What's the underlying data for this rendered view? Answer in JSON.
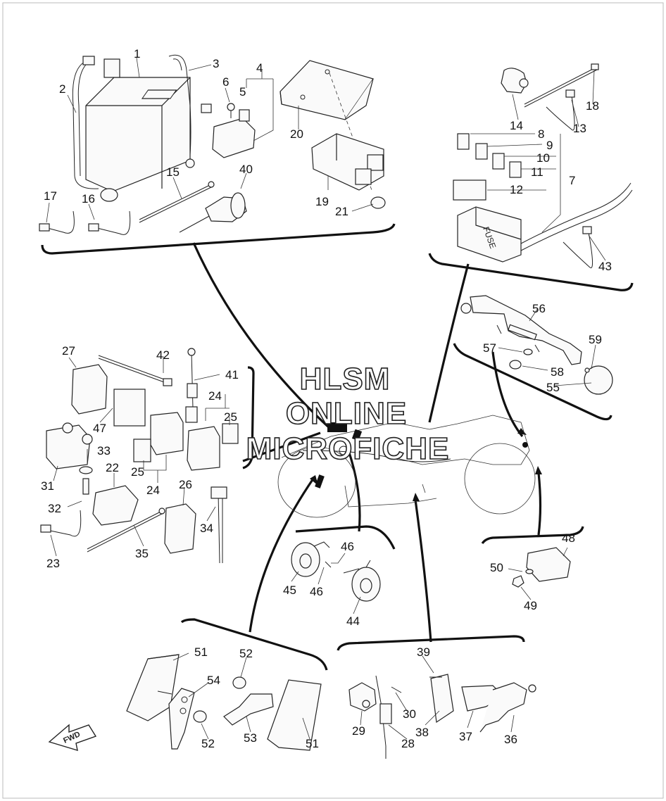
{
  "watermark": {
    "line1": "HLSM",
    "line2": "ONLINE",
    "line3": "MICROFICHE"
  },
  "fuse_box_text": "FUSE",
  "fwd_arrow_text": "FWD",
  "callouts": [
    "1",
    "2",
    "3",
    "4",
    "5",
    "6",
    "7",
    "8",
    "9",
    "10",
    "11",
    "12",
    "13",
    "14",
    "15",
    "16",
    "17",
    "18",
    "19",
    "20",
    "21",
    "22",
    "23",
    "24",
    "25",
    "26",
    "27",
    "28",
    "29",
    "30",
    "31",
    "32",
    "33",
    "34",
    "35",
    "36",
    "37",
    "38",
    "39",
    "40",
    "41",
    "42",
    "43",
    "44",
    "45",
    "46",
    "47",
    "48",
    "49",
    "50",
    "51",
    "52",
    "53",
    "54",
    "55",
    "56",
    "57",
    "58",
    "59"
  ],
  "callout_labels": {
    "c1": "1",
    "c2": "2",
    "c3": "3",
    "c4": "4",
    "c5": "5",
    "c6": "6",
    "c7": "7",
    "c8": "8",
    "c9": "9",
    "c10": "10",
    "c11": "11",
    "c12": "12",
    "c13": "13",
    "c14": "14",
    "c15": "15",
    "c16": "16",
    "c17": "17",
    "c18": "18",
    "c19": "19",
    "c20": "20",
    "c21": "21",
    "c22": "22",
    "c23": "23",
    "c24a": "24",
    "c24b": "24",
    "c25a": "25",
    "c25b": "25",
    "c26": "26",
    "c27": "27",
    "c28": "28",
    "c29": "29",
    "c30": "30",
    "c31": "31",
    "c32": "32",
    "c33": "33",
    "c34": "34",
    "c35": "35",
    "c36": "36",
    "c37": "37",
    "c38": "38",
    "c39": "39",
    "c40": "40",
    "c41": "41",
    "c42": "42",
    "c43": "43",
    "c44": "44",
    "c45": "45",
    "c46a": "46",
    "c46b": "46",
    "c47": "47",
    "c48": "48",
    "c49": "49",
    "c50": "50",
    "c51a": "51",
    "c51b": "51",
    "c52a": "52",
    "c52b": "52",
    "c53": "53",
    "c54": "54",
    "c55": "55",
    "c56": "56",
    "c57": "57",
    "c58": "58",
    "c59": "59"
  }
}
